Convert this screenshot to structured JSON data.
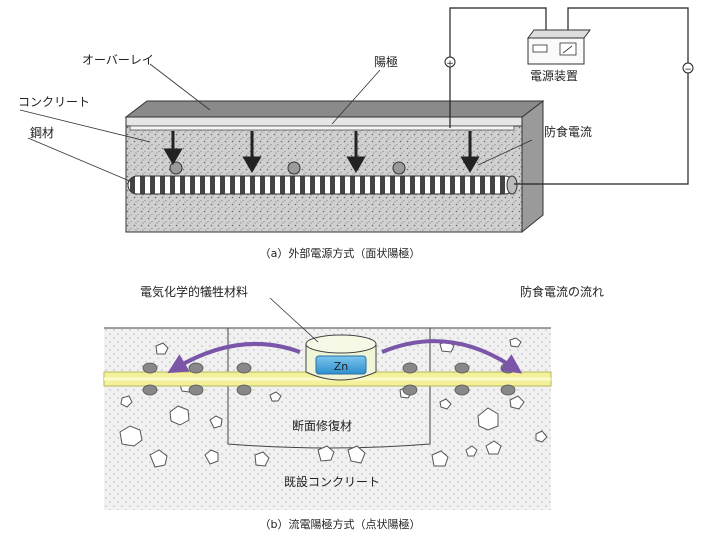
{
  "panel_a": {
    "labels": {
      "overlay": "オーバーレイ",
      "concrete": "コンクリート",
      "steel": "鋼材",
      "anode": "陽極",
      "power_supply": "電源装置",
      "corrosion_current": "防食電流",
      "plus": "+",
      "minus": "−"
    },
    "caption": "（a）外部電源方式（面状陽極）"
  },
  "panel_b": {
    "labels": {
      "sacrificial_material": "電気化学的犠牲材料",
      "current_flow": "防食電流の流れ",
      "zn": "Zn",
      "repair_material": "断面修復材",
      "existing_concrete": "既設コンクリート"
    },
    "caption": "（b）流電陽極方式（点状陽極）"
  },
  "colors": {
    "concrete": "#c9c9c9",
    "overlay_top": "#8a8a8a",
    "rebar_yellow": "#f3f19a",
    "arrow_purple": "#7a55a8",
    "zn_blue": "#4aa8e0"
  }
}
